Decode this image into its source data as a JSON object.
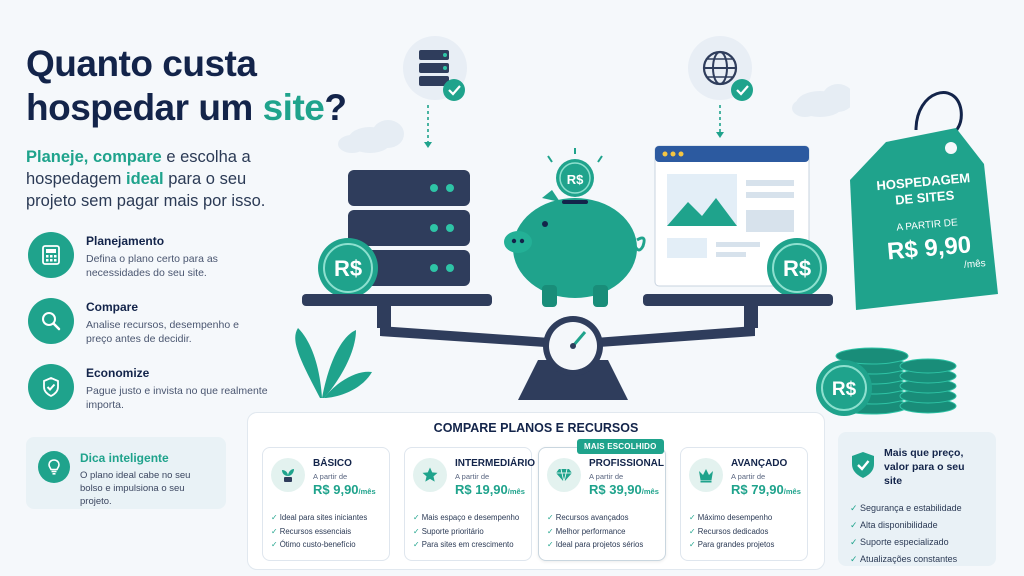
{
  "headline": {
    "line1": "Quanto custa",
    "line2_a": "hospedar um ",
    "line2_accent": "site",
    "line2_b": "?"
  },
  "subtitle": {
    "accent1": "Planeje, compare",
    "text1": " e escolha a hospedagem ",
    "accent2": "ideal",
    "text2": " para o seu projeto sem pagar mais por isso."
  },
  "features": [
    {
      "icon": "calculator-icon",
      "title": "Planejamento",
      "desc": "Defina o plano certo para as necessidades do seu site."
    },
    {
      "icon": "magnifier-icon",
      "title": "Compare",
      "desc": "Analise recursos, desempenho e preço antes de decidir."
    },
    {
      "icon": "shield-check-icon",
      "title": "Economize",
      "desc": "Pague justo e invista no que realmente importa."
    }
  ],
  "tip": {
    "title": "Dica inteligente",
    "desc": "O plano ideal cabe no seu bolso e impulsiona o seu projeto."
  },
  "scale": {
    "coin_label": "R$"
  },
  "price_tag": {
    "line1": "HOSPEDAGEM",
    "line2": "DE SITES",
    "from": "A PARTIR DE",
    "price": "R$ 9,90",
    "per": "/mês"
  },
  "plans": {
    "title": "COMPARE PLANOS E RECURSOS",
    "badge": "MAIS ESCOLHIDO",
    "items": [
      {
        "icon": "plant-icon",
        "name": "BÁSICO",
        "from": "A partir de",
        "price": "R$ 9,90",
        "per": "/mês",
        "features": [
          "Ideal para sites iniciantes",
          "Recursos essenciais",
          "Ótimo custo-benefício"
        ]
      },
      {
        "icon": "star-icon",
        "name": "INTERMEDIÁRIO",
        "from": "A partir de",
        "price": "R$ 19,90",
        "per": "/mês",
        "features": [
          "Mais espaço e desempenho",
          "Suporte prioritário",
          "Para sites em crescimento"
        ]
      },
      {
        "icon": "diamond-icon",
        "name": "PROFISSIONAL",
        "from": "A partir de",
        "price": "R$ 39,90",
        "per": "/mês",
        "features": [
          "Recursos avançados",
          "Melhor performance",
          "Ideal para projetos sérios"
        ]
      },
      {
        "icon": "crown-icon",
        "name": "AVANÇADO",
        "from": "A partir de",
        "price": "R$ 79,90",
        "per": "/mês",
        "features": [
          "Máximo desempenho",
          "Recursos dedicados",
          "Para grandes projetos"
        ]
      }
    ]
  },
  "value": {
    "title_line1": "Mais que preço,",
    "title_line2": "valor para o seu site",
    "items": [
      "Segurança e estabilidade",
      "Alta disponibilidade",
      "Suporte especializado",
      "Atualizações constantes"
    ]
  },
  "colors": {
    "accent": "#1fa38c",
    "navy": "#13244a",
    "server": "#2f3d5c"
  }
}
